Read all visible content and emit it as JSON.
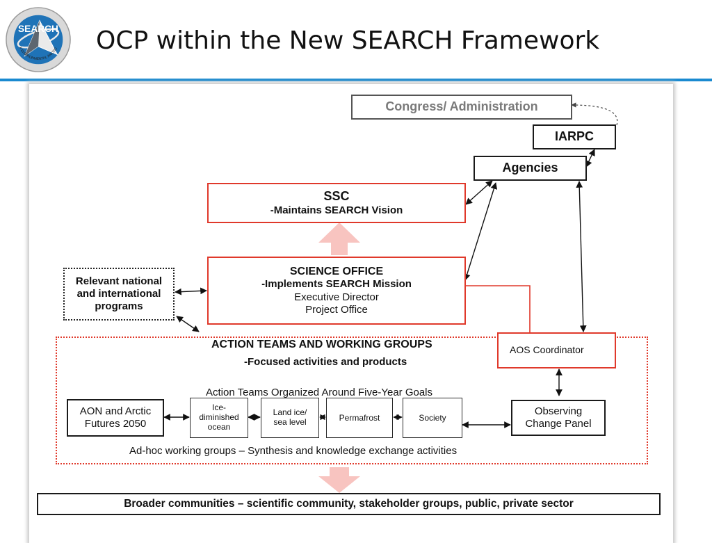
{
  "header": {
    "title": "OCP within the New SEARCH Framework",
    "logo_text": "SEARCH",
    "logo_subtitle": "STUDY OF ENVIRONMENTAL ARCTIC CHANGE"
  },
  "diagram": {
    "congress": "Congress/ Administration",
    "iarpc": "IARPC",
    "agencies": "Agencies",
    "ssc": {
      "title": "SSC",
      "subtitle": "-Maintains SEARCH Vision"
    },
    "science_office": {
      "title": "SCIENCE OFFICE",
      "subtitle": "-Implements SEARCH Mission",
      "line1": "Executive Director",
      "line2": "Project Office"
    },
    "relevant_programs": {
      "line1": "Relevant  national",
      "line2": "and international",
      "line3": "programs"
    },
    "action_teams": {
      "title": "ACTION TEAMS AND WORKING GROUPS",
      "subtitle": "-Focused activities and products",
      "organized_label": "Action Teams Organized Around Five-Year Goals",
      "adhoc_label": "Ad-hoc working groups – Synthesis and knowledge exchange activities"
    },
    "aos_coordinator": "AOS Coordinator",
    "aon": {
      "line1": "AON and Arctic",
      "line2": "Futures 2050"
    },
    "teams": [
      {
        "lines": [
          "Ice-",
          "diminished",
          "ocean"
        ]
      },
      {
        "lines": [
          "Land ice/",
          "sea level"
        ]
      },
      {
        "lines": [
          "Permafrost"
        ]
      },
      {
        "lines": [
          "Society"
        ]
      }
    ],
    "observing_panel": {
      "line1": "Observing",
      "line2": "Change Panel"
    },
    "broader": "Broader communities – scientific community, stakeholder groups, public, private sector"
  },
  "colors": {
    "accent_rule": "#1a8ad0",
    "red_box": "#e0392b",
    "pink_arrow": "#f8c4c0",
    "logo_blue": "#1f73b7"
  }
}
